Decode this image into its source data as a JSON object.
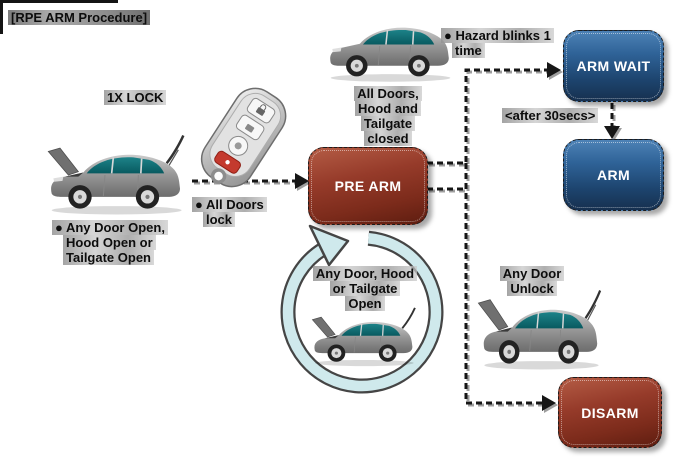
{
  "title": "[RPE ARM Procedure]",
  "nodes": {
    "pre_arm": "PRE ARM",
    "arm_wait": "ARM WAIT",
    "arm": "ARM",
    "disarm": "DISARM"
  },
  "annotations": {
    "tx_lock": "1X LOCK",
    "any_door_open": [
      "● Any Door Open,",
      "Hood Open or",
      "Tailgate Open"
    ],
    "all_doors_lock": [
      "● All Doors",
      "lock"
    ],
    "all_closed": [
      "All Doors,",
      "Hood and",
      "Tailgate",
      "closed"
    ],
    "hazard": [
      "● Hazard blinks 1",
      "time"
    ],
    "after_30secs": "<after 30secs>",
    "loop": [
      "Any Door, Hood",
      "or Tailgate",
      "Open"
    ],
    "any_door_unlock": [
      "Any Door",
      "Unlock"
    ]
  },
  "images": {
    "key_fob": "smart-key-remote",
    "car_left": "car-hood-and-tailgate-open",
    "car_top": "car-all-closed",
    "car_loop": "car-hood-and-tailgate-open",
    "car_right": "car-hood-and-tailgate-open",
    "loop_arrow": "counterclockwise-loop-arrow"
  },
  "colors": {
    "node_blue": "#2f6398",
    "node_blue_dark": "#16304f",
    "node_red": "#963b2a",
    "node_red_dark": "#5e1d10",
    "loop_fill": "#cfe9ec",
    "loop_stroke": "#454545",
    "glass_teal": "#0e6d72",
    "connector": "#161616",
    "label_highlight": "#b5b5b5"
  }
}
